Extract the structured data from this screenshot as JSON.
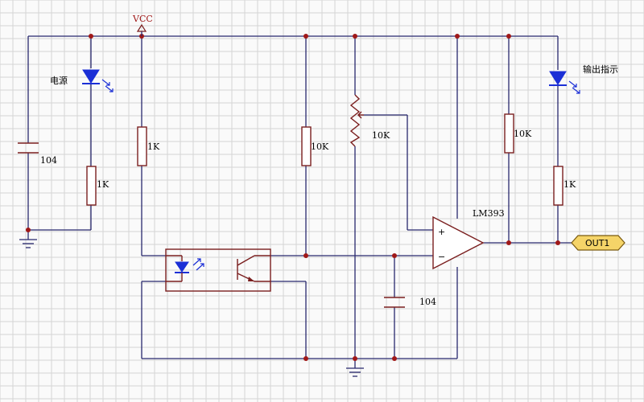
{
  "power": {
    "vcc_label": "VCC"
  },
  "labels": {
    "power_led": "电源",
    "output_led": "输出指示",
    "cap_left": "104",
    "cap_mid": "104",
    "r_left": "1K",
    "r_vcc": "1K",
    "r_mid": "10K",
    "pot": "10K",
    "r_right": "10K",
    "r_out": "1K",
    "comparator": "LM393",
    "plus": "+",
    "minus": "−",
    "out_port": "OUT1"
  },
  "colors": {
    "wire": "#28286e",
    "component": "#7a1e1e",
    "junction": "#a01818",
    "led": "#1b2fd6",
    "port_fill": "#f5d468",
    "grid": "#d4d4d4"
  }
}
